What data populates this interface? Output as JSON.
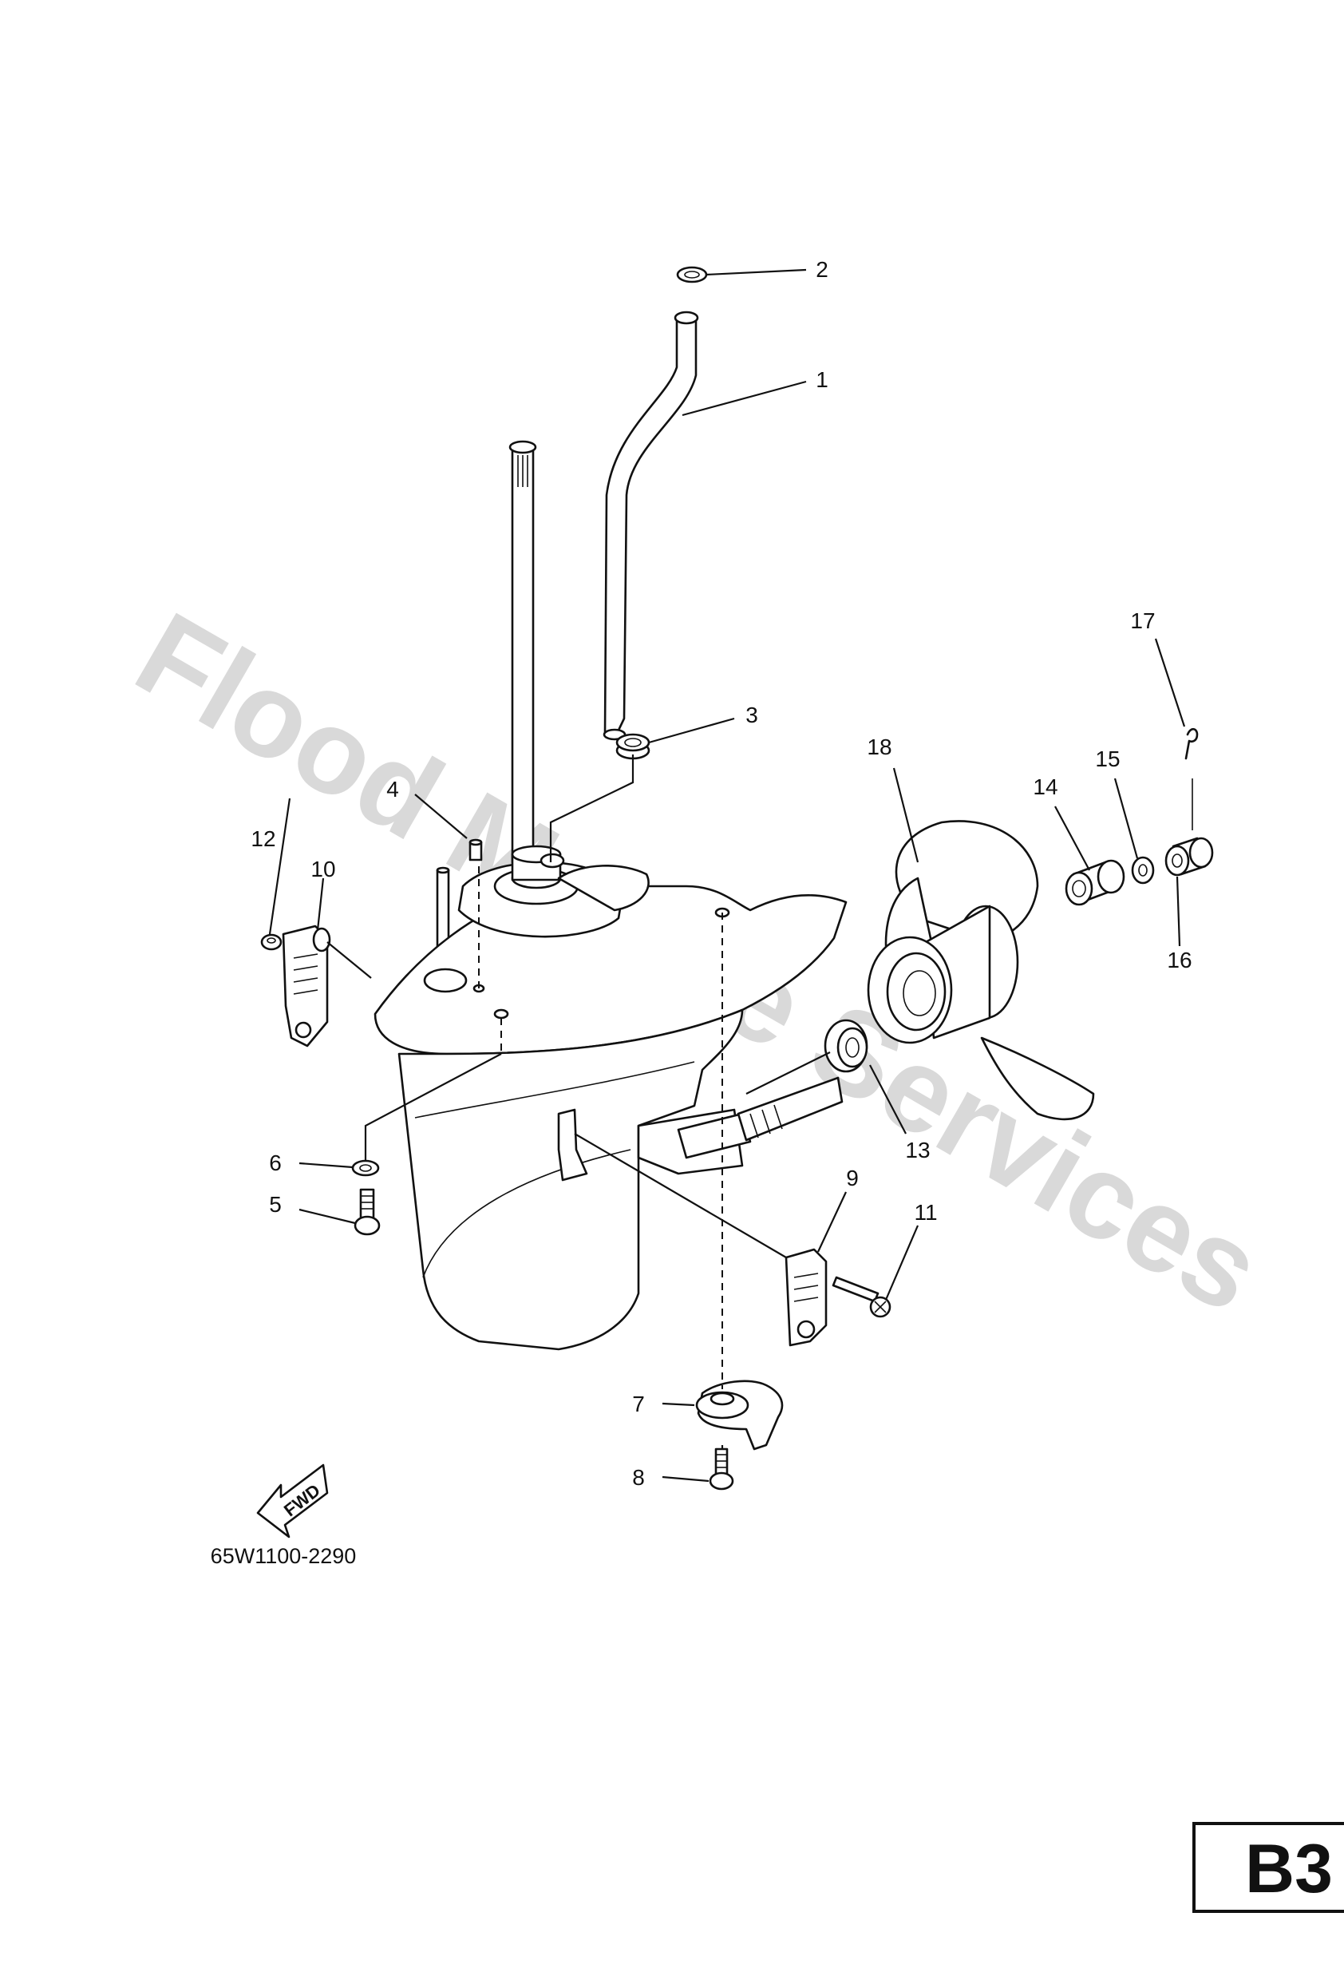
{
  "watermark": "Flood Marine Services",
  "diagram_code": "65W1100-2290",
  "page_code": "B3",
  "direction_label": "FWD",
  "callouts": [
    {
      "id": "1",
      "part": "water tube"
    },
    {
      "id": "2",
      "part": "seal"
    },
    {
      "id": "3",
      "part": "grommet"
    },
    {
      "id": "4",
      "part": "dowel pin"
    },
    {
      "id": "5",
      "part": "bolt"
    },
    {
      "id": "6",
      "part": "washer"
    },
    {
      "id": "7",
      "part": "trim tab"
    },
    {
      "id": "8",
      "part": "bolt"
    },
    {
      "id": "9",
      "part": "water inlet cover"
    },
    {
      "id": "10",
      "part": "water inlet cover"
    },
    {
      "id": "11",
      "part": "screw"
    },
    {
      "id": "12",
      "part": "nut"
    },
    {
      "id": "13",
      "part": "thrust washer"
    },
    {
      "id": "14",
      "part": "spacer"
    },
    {
      "id": "15",
      "part": "washer"
    },
    {
      "id": "16",
      "part": "propeller nut"
    },
    {
      "id": "17",
      "part": "cotter pin"
    },
    {
      "id": "18",
      "part": "propeller"
    }
  ]
}
